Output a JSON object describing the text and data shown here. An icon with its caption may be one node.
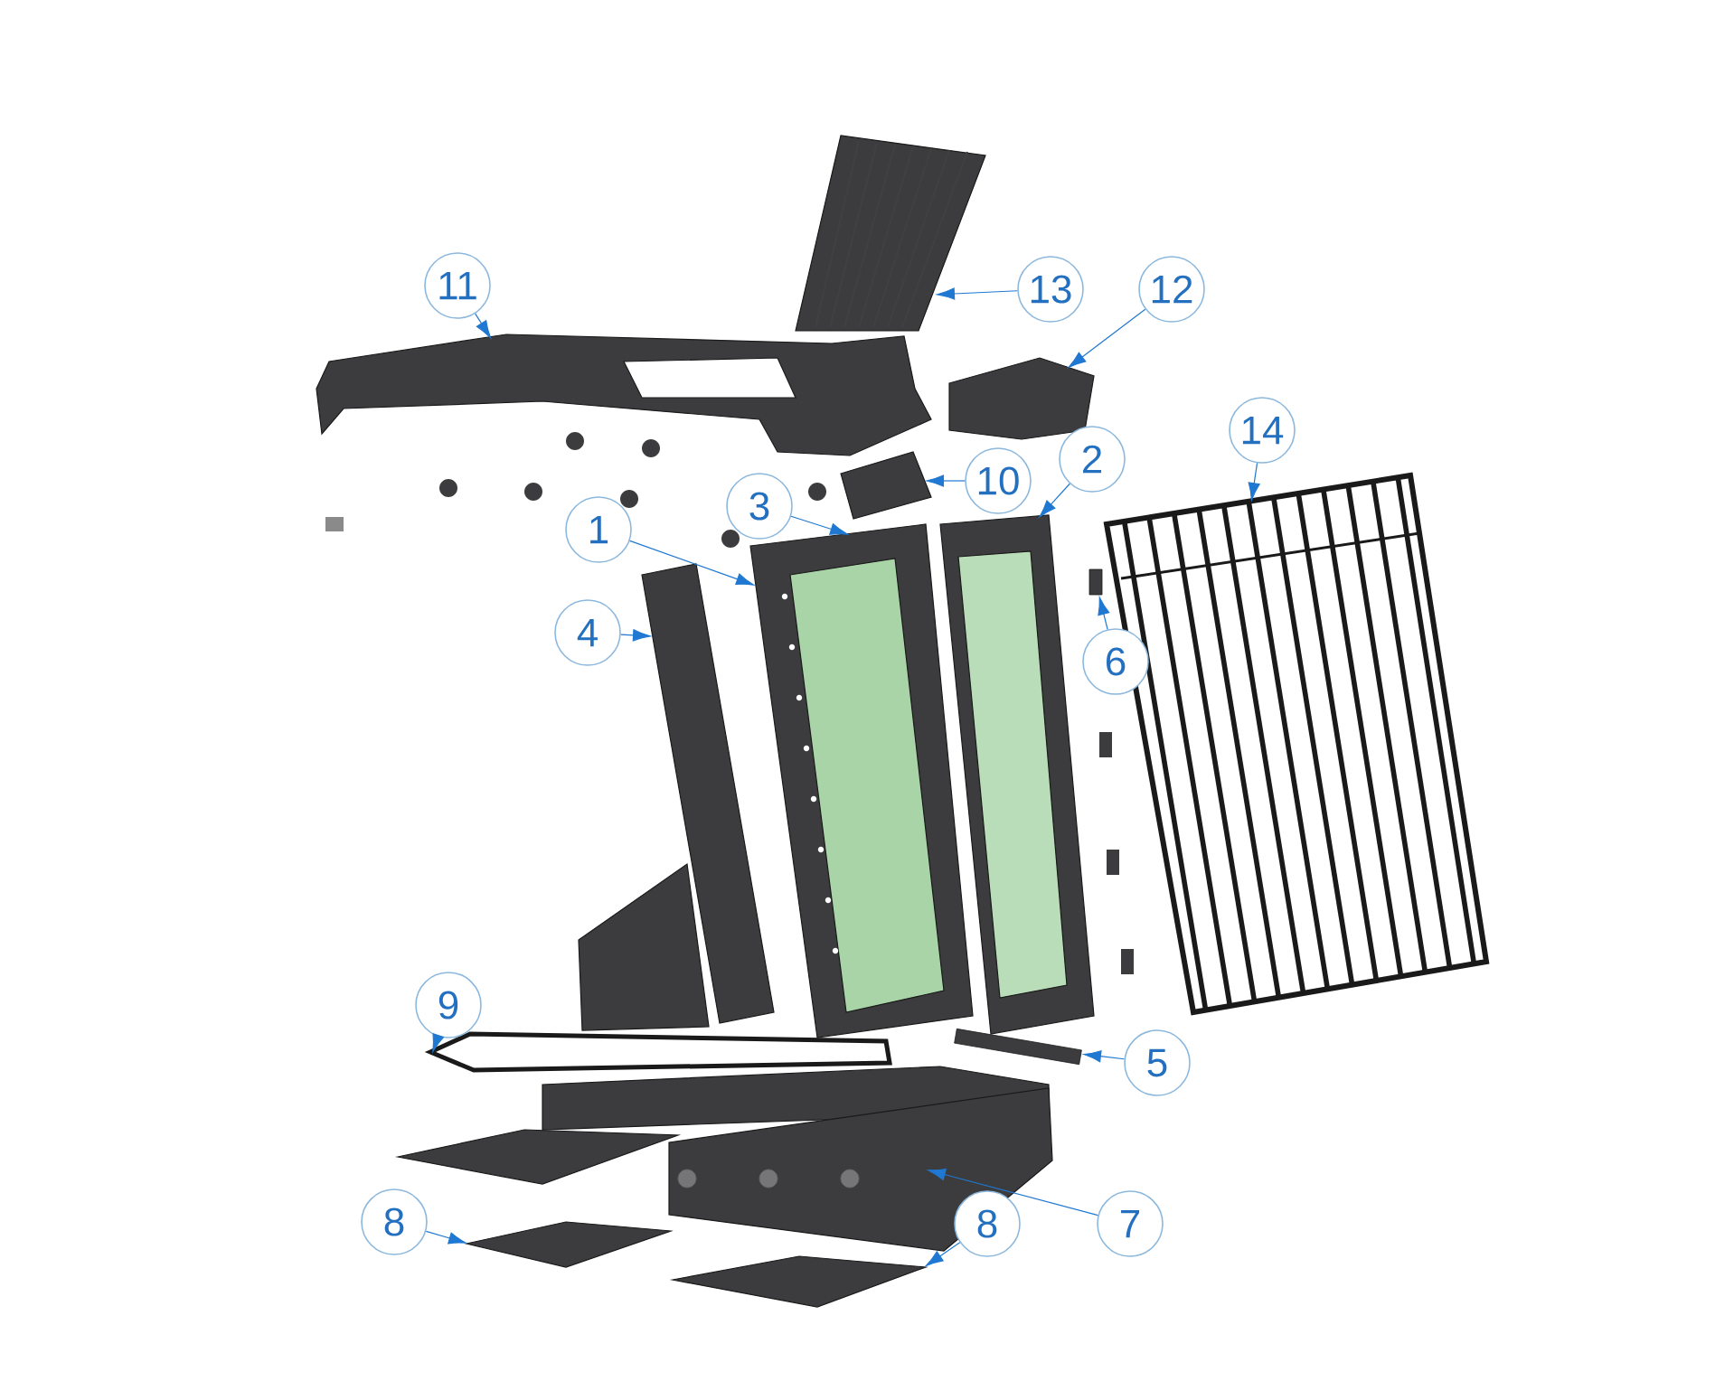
{
  "diagram": {
    "nodes": [
      {
        "text": [
          "11"
        ]
      },
      {
        "text": [
          "13"
        ]
      },
      {
        "text": [
          "12"
        ]
      },
      {
        "text": [
          "14"
        ]
      },
      {
        "text": [
          "10"
        ]
      },
      {
        "text": [
          "2"
        ]
      },
      {
        "text": [
          "3"
        ]
      },
      {
        "text": [
          "1"
        ]
      },
      {
        "text": [
          "4"
        ]
      },
      {
        "text": [
          "6"
        ]
      },
      {
        "text": [
          "9"
        ]
      },
      {
        "text": [
          "5"
        ]
      },
      {
        "text": [
          "8"
        ]
      },
      {
        "text": [
          "8"
        ]
      },
      {
        "text": [
          "7"
        ]
      },
      {
        "text": [],
        "shape": "picture"
      },
      {
        "text": [],
        "shape": "picture"
      },
      {
        "text": [],
        "shape": "picture"
      },
      {
        "text": [],
        "shape": "picture"
      },
      {
        "text": [],
        "shape": "picture"
      },
      {
        "text": [],
        "shape": "picture"
      },
      {
        "text": [],
        "shape": "picture"
      },
      {
        "text": [],
        "shape": "picture"
      },
      {
        "text": [],
        "shape": "box"
      },
      {
        "text": [],
        "shape": "picture"
      },
      {
        "text": [],
        "shape": "bar"
      },
      {
        "text": [],
        "shape": "picture"
      },
      {
        "text": [],
        "shape": "picture"
      },
      {
        "text": [],
        "shape": "picture"
      }
    ],
    "edges": [
      {
        "from": 0,
        "to": 15,
        "arrow": "to"
      },
      {
        "from": 1,
        "to": 16,
        "arrow": "to"
      },
      {
        "from": 2,
        "to": 17,
        "arrow": "to"
      },
      {
        "from": 3,
        "to": 18,
        "arrow": "to"
      },
      {
        "from": 4,
        "to": 19,
        "arrow": "to"
      },
      {
        "from": 5,
        "to": 20,
        "arrow": "to"
      },
      {
        "from": 6,
        "to": 21,
        "arrow": "to"
      },
      {
        "from": 7,
        "to": 21,
        "arrow": "to"
      },
      {
        "from": 8,
        "to": 22,
        "arrow": "to"
      },
      {
        "from": 9,
        "to": 23,
        "arrow": "to"
      },
      {
        "from": 10,
        "to": 24,
        "arrow": "to"
      },
      {
        "from": 11,
        "to": 25,
        "arrow": "to"
      },
      {
        "from": 12,
        "to": 26,
        "arrow": "to"
      },
      {
        "from": 13,
        "to": 27,
        "arrow": "to"
      },
      {
        "from": 14,
        "to": 28,
        "arrow": "to"
      }
    ]
  }
}
